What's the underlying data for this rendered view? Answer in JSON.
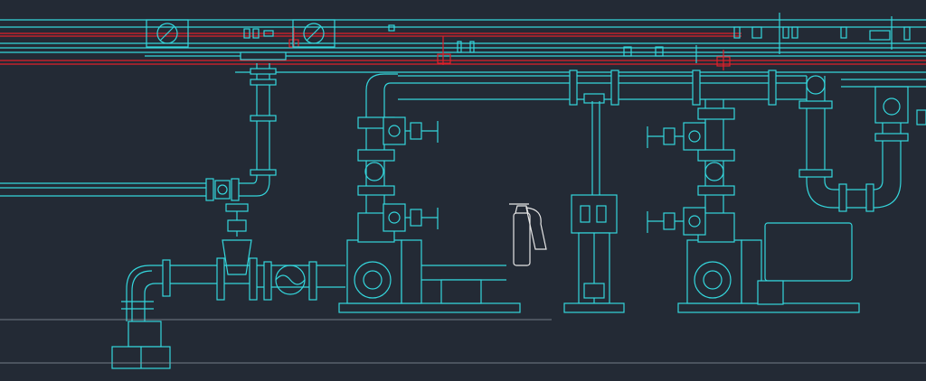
{
  "view": "cad-drawing",
  "colors": {
    "background": "#232a35",
    "pipe": "#34d6dc",
    "fire_line": "#e0202a",
    "extinguisher": "#e6e6e6",
    "reference_line": "#8f98a3"
  },
  "components": {
    "pumps": 2,
    "gate_valves": 4,
    "extinguishers": 1,
    "control_cabinets": 1,
    "base_stands": 1
  }
}
